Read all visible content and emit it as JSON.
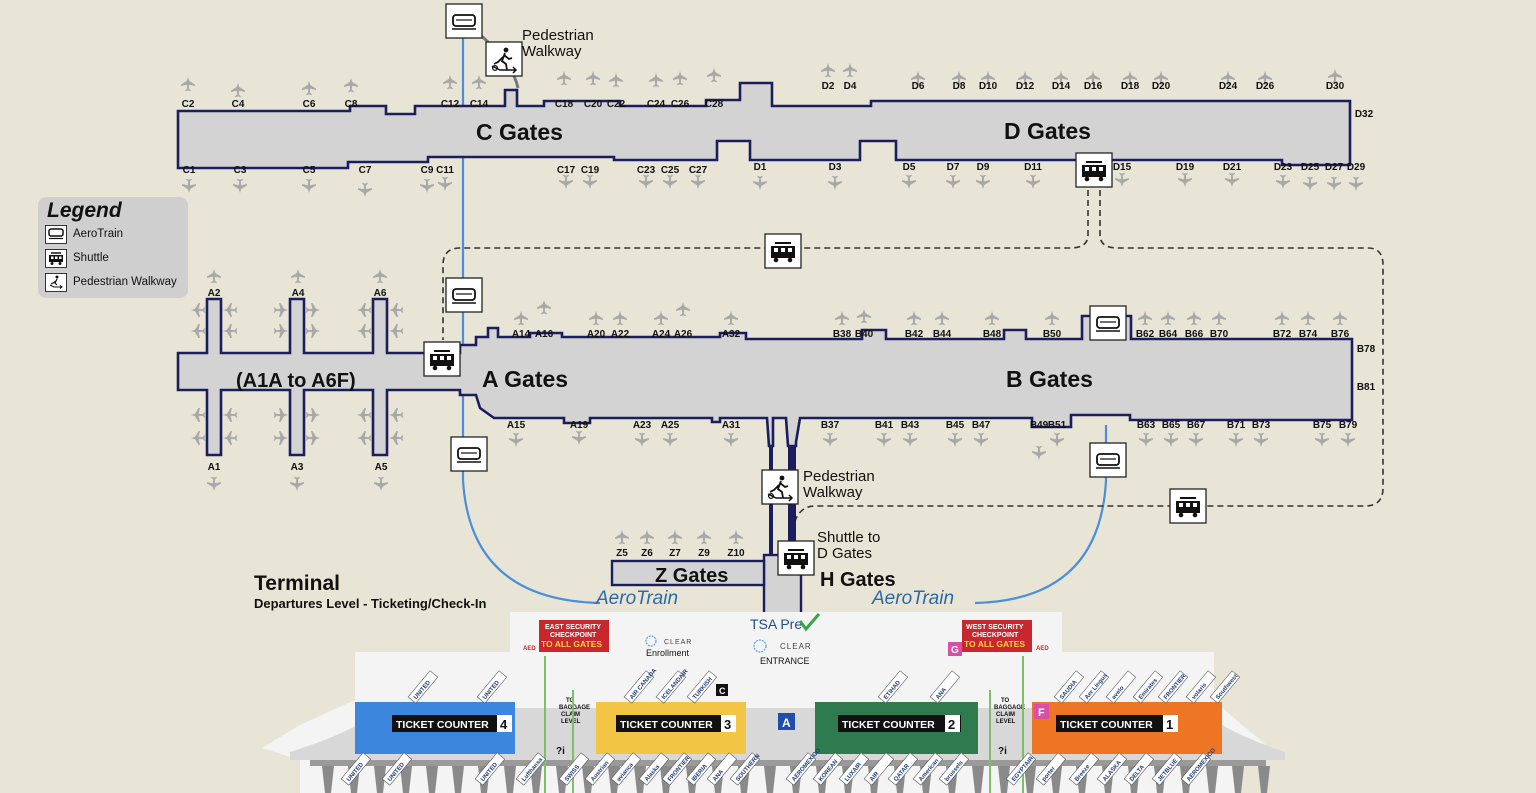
{
  "legend": {
    "title": "Legend",
    "items": [
      {
        "icon": "aerotrain-icon",
        "label": "AeroTrain"
      },
      {
        "icon": "shuttle-icon",
        "label": "Shuttle"
      },
      {
        "icon": "pedestrian-walkway-icon",
        "label": "Pedestrian Walkway"
      }
    ]
  },
  "concourses": {
    "c_title": "C Gates",
    "d_title": "D Gates",
    "a_title": "A Gates",
    "a_sub_title": "(A1A to A6F)",
    "b_title": "B Gates",
    "z_title": "Z Gates",
    "h_title": "H Gates"
  },
  "gates": {
    "c_top": [
      "C2",
      "C4",
      "C6",
      "C8",
      "C12",
      "C14",
      "C18",
      "C20",
      "C22",
      "C24",
      "C26",
      "C28"
    ],
    "c_bottom": [
      "C1",
      "C3",
      "C5",
      "C7",
      "C9",
      "C11",
      "C17",
      "C19",
      "C23",
      "C25",
      "C27"
    ],
    "d_top": [
      "D2",
      "D4",
      "D6",
      "D8",
      "D10",
      "D12",
      "D14",
      "D16",
      "D18",
      "D20",
      "D24",
      "D26",
      "D30"
    ],
    "d_bottom": [
      "D1",
      "D3",
      "D5",
      "D7",
      "D9",
      "D11",
      "D15",
      "D19",
      "D21",
      "D23",
      "D25",
      "D27",
      "D29"
    ],
    "d_end": "D32",
    "a_pier_top": [
      "A2",
      "A4",
      "A6"
    ],
    "a_pier_bottom": [
      "A1",
      "A3",
      "A5"
    ],
    "a_top": [
      "A14",
      "A16",
      "A20",
      "A22",
      "A24",
      "A26",
      "A32"
    ],
    "a_bottom": [
      "A15",
      "A19",
      "A23",
      "A25",
      "A31"
    ],
    "b_top": [
      "B38",
      "B40",
      "B42",
      "B44",
      "B48",
      "B50",
      "B62",
      "B64",
      "B66",
      "B70",
      "B72",
      "B74",
      "B76"
    ],
    "b_bottom": [
      "B37",
      "B41",
      "B43",
      "B45",
      "B47",
      "B49",
      "B51",
      "B63",
      "B65",
      "B67",
      "B71",
      "B73",
      "B75",
      "B79"
    ],
    "b_end": [
      "B78",
      "B81"
    ],
    "z": [
      "Z5",
      "Z6",
      "Z7",
      "Z9",
      "Z10"
    ]
  },
  "labels": {
    "walkway_top_1": "Pedestrian",
    "walkway_top_2": "Walkway",
    "walkway_mid_1": "Pedestrian",
    "walkway_mid_2": "Walkway",
    "shuttle_d_1": "Shuttle to",
    "shuttle_d_2": "D Gates"
  },
  "terminal": {
    "title": "Terminal",
    "subtitle": "Departures Level - Ticketing/Check-In",
    "aerotrain_logo": "AeroTrain",
    "east_security": [
      "EAST SECURITY",
      "CHECKPOINT",
      "TO ALL GATES"
    ],
    "west_security": [
      "WEST SECURITY",
      "CHECKPOINT",
      "TO ALL GATES"
    ],
    "tsa": "TSA Pre",
    "clear": "CLEAR",
    "clear_enrollment": "Enrollment",
    "clear_entrance": "ENTRANCE",
    "baggage": [
      "TO",
      "BAGGAGE",
      "CLAIM",
      "LEVEL"
    ],
    "counters": [
      {
        "label": "TICKET COUNTER",
        "num": "4"
      },
      {
        "label": "TICKET COUNTER",
        "num": "3"
      },
      {
        "label": "TICKET COUNTER",
        "num": "2"
      },
      {
        "label": "TICKET COUNTER",
        "num": "1"
      }
    ],
    "letter_a": "A",
    "letter_f": "F",
    "letter_g": "G",
    "letter_c": "C",
    "info_q": "?i",
    "aed": "AED",
    "airlines_row1": [
      "UNITED",
      "UNITED",
      "AIR CANADA",
      "ICELANDAIR",
      "TURKISH",
      "ETIHAD",
      "ANA",
      "SAUDIA",
      "Aer Lingus",
      "avelo",
      "Emirates",
      "FRONTIER",
      "volaris",
      "Southwest"
    ],
    "airlines_row2": [
      "UNITED",
      "UNITED",
      "UNITED",
      "Lufthansa",
      "SWISS",
      "Austrian",
      "avianca",
      "Alaska",
      "FRONTIER",
      "IBERIA",
      "ANA",
      "SOUTHERN",
      "AEROMEXICO",
      "KOREAN",
      "LUXAIR",
      "AIR",
      "QATAR",
      "American",
      "brussels",
      "EGYPTAIR",
      "porter",
      "Breeze",
      "ALASKA",
      "DELTA",
      "JETBLUE",
      "AEROMEXICO"
    ]
  }
}
